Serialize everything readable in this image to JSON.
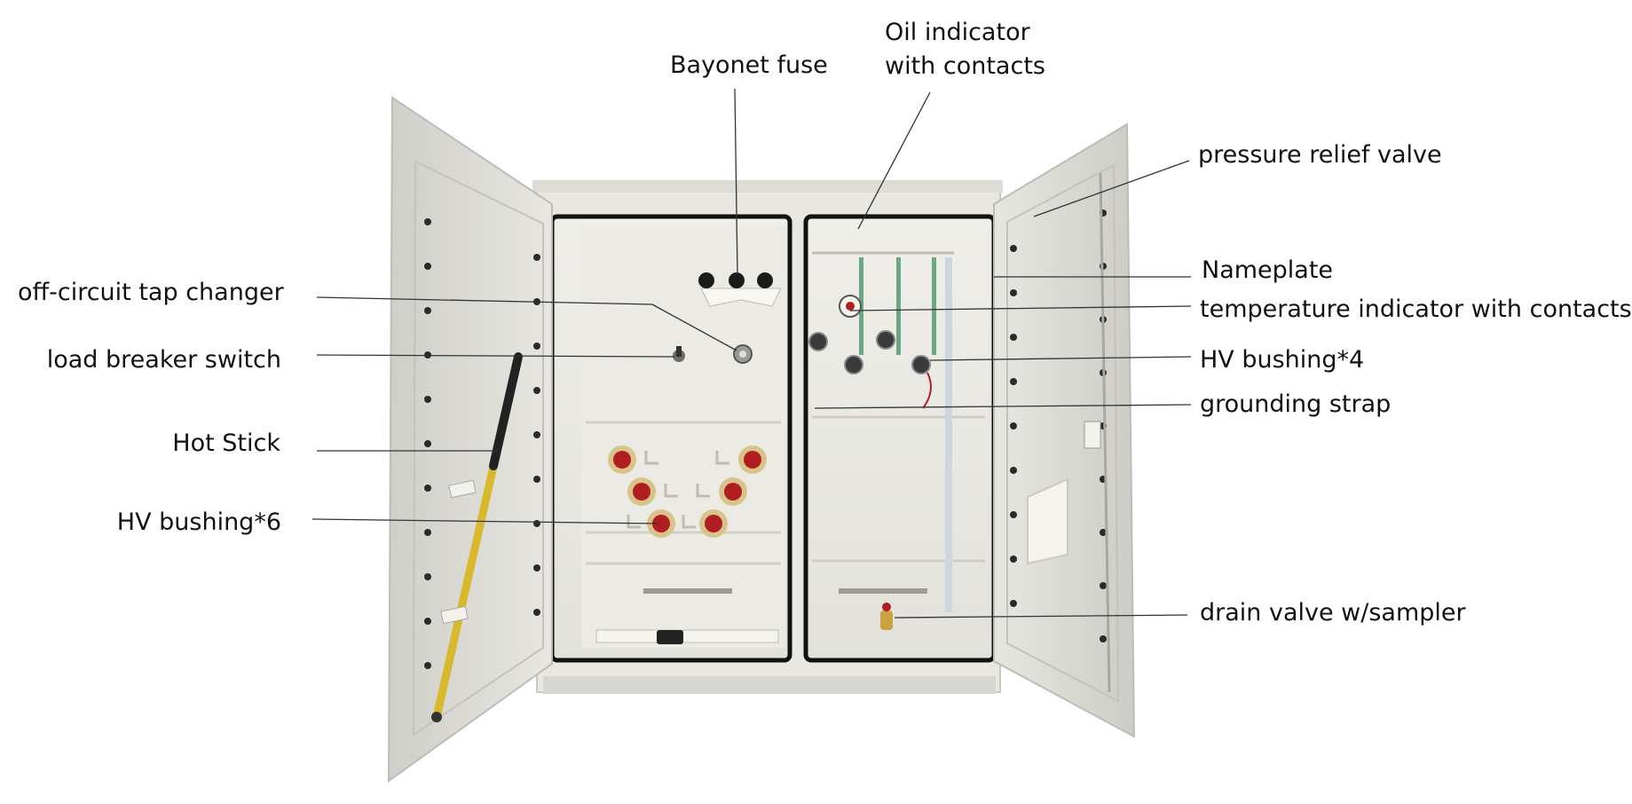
{
  "labels": {
    "bayonet_fuse": "Bayonet fuse",
    "oil_indicator_line1": "Oil indicator",
    "oil_indicator_line2": "with contacts",
    "pressure_relief_valve": "pressure relief valve",
    "nameplate": "Nameplate",
    "temperature_indicator": "temperature indicator with contacts",
    "hv_bushing_4": "HV bushing*4",
    "grounding_strap": "grounding strap",
    "drain_valve": "drain valve w/sampler",
    "off_circuit_tap_changer": "off-circuit tap changer",
    "load_breaker_switch": "load breaker switch",
    "hot_stick": "Hot Stick",
    "hv_bushing_6": "HV bushing*6"
  },
  "colors": {
    "cabinet": "#e6e5df",
    "door": "#dcdbd5",
    "gasket": "#111111",
    "bushing_red": "#b01e22",
    "bushing_ring": "#d8c48a",
    "hot_stick_yellow": "#d9b92c",
    "leader_line": "#333333",
    "text": "#111111"
  }
}
